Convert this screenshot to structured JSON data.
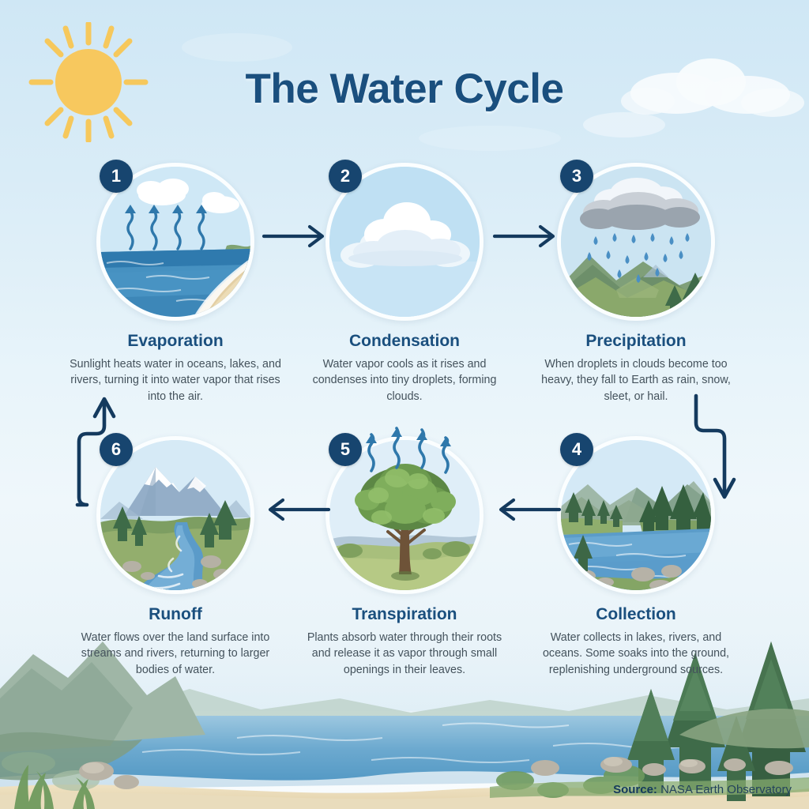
{
  "header": {
    "title": "The Water Cycle",
    "title_color": "#1a4f7e"
  },
  "decor": {
    "sun_icon": "sun-icon",
    "sun_color": "#F6C85C",
    "cloud_icon": "cloud-icon"
  },
  "theme": {
    "accent_navy": "#1a4f7e",
    "badge_navy": "#17456f",
    "arrow_navy": "#143a5e",
    "body_text": "#44525c",
    "sky_top": "#cfe7f5",
    "sky_bottom": "#e6f1f7",
    "water_blue": "#4a90c0",
    "sand": "#e6d7b4",
    "foliage_green": "#6f9a5e"
  },
  "steps": [
    {
      "number": "1",
      "title": "Evaporation",
      "description": "Sunlight heats water in oceans, lakes, and rivers, turning it into water vapor that rises into the air.",
      "scene": "ocean-beach-with-rising-vapor-arrows"
    },
    {
      "number": "2",
      "title": "Condensation",
      "description": "Water vapor cools as it rises and condenses into tiny droplets, forming clouds.",
      "scene": "white-cumulus-cloud-in-blue-sky"
    },
    {
      "number": "3",
      "title": "Precipitation",
      "description": "When droplets in clouds become too heavy, they fall to Earth as rain, snow, sleet, or hail.",
      "scene": "gray-raincloud-raindrops-over-mountains"
    },
    {
      "number": "4",
      "title": "Collection",
      "description": "Water collects in lakes, rivers, and oceans. Some soaks into the ground, replenishing underground sources.",
      "scene": "forest-lake-with-pines-and-rocks"
    },
    {
      "number": "5",
      "title": "Transpiration",
      "description": "Plants absorb water through their roots and release it as vapor through small openings in their leaves.",
      "scene": "broadleaf-tree-with-rising-vapor-arrows"
    },
    {
      "number": "6",
      "title": "Runoff",
      "description": "Water flows over the land surface into streams and rivers, returning to larger bodies of water.",
      "scene": "snowcapped-mountain-with-winding-river"
    }
  ],
  "flow": {
    "arrow_1_2": "arrow-right-icon",
    "arrow_2_3": "arrow-right-icon",
    "arrow_3_4": "arrow-step-down-icon",
    "arrow_4_5": "arrow-left-icon",
    "arrow_5_6": "arrow-left-icon",
    "arrow_6_1": "arrow-step-up-icon"
  },
  "footer": {
    "source_label": "Source:",
    "source_value": "NASA Earth Observatory"
  }
}
